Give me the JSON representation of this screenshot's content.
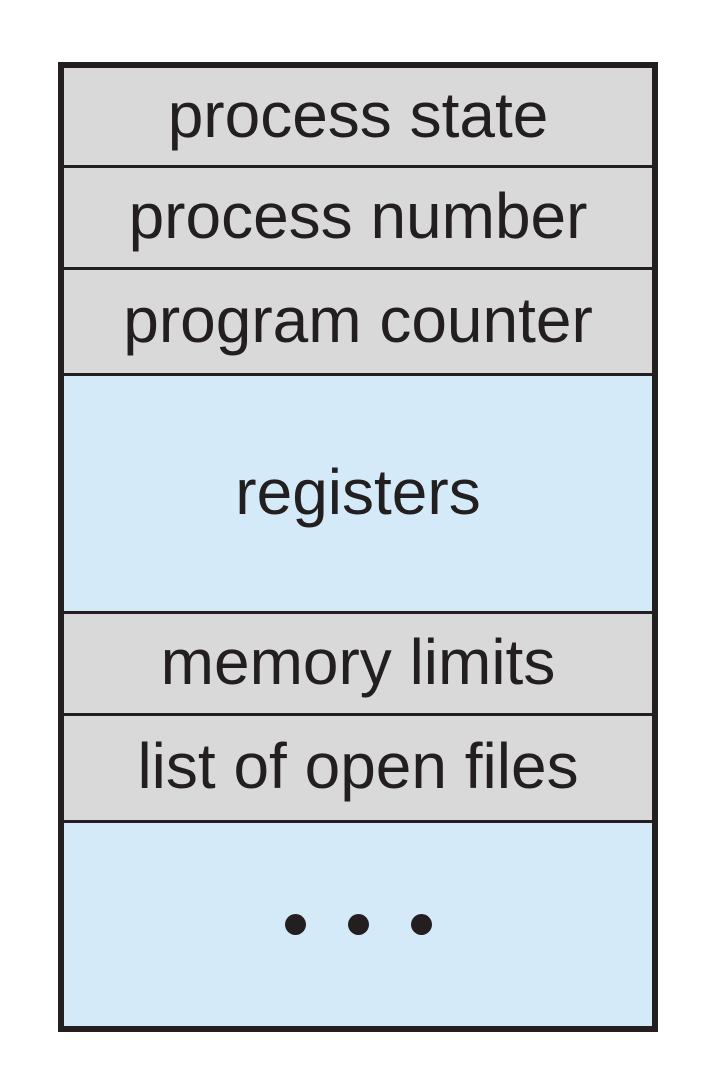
{
  "diagram": {
    "kind": "process-control-block",
    "rows": [
      {
        "id": "process-state",
        "label": "process state",
        "fill": "gray"
      },
      {
        "id": "process-number",
        "label": "process number",
        "fill": "gray"
      },
      {
        "id": "program-counter",
        "label": "program counter",
        "fill": "gray"
      },
      {
        "id": "registers",
        "label": "registers",
        "fill": "blue"
      },
      {
        "id": "memory-limits",
        "label": "memory limits",
        "fill": "gray"
      },
      {
        "id": "list-of-open-files",
        "label": "list of open files",
        "fill": "gray"
      },
      {
        "id": "ellipsis",
        "label": "",
        "fill": "blue",
        "ellipsis_dots": 3
      }
    ],
    "colors": {
      "gray": "#d9d9d9",
      "blue": "#d5eaf8",
      "border": "#231f20",
      "text": "#231f20",
      "background": "#ffffff"
    }
  }
}
